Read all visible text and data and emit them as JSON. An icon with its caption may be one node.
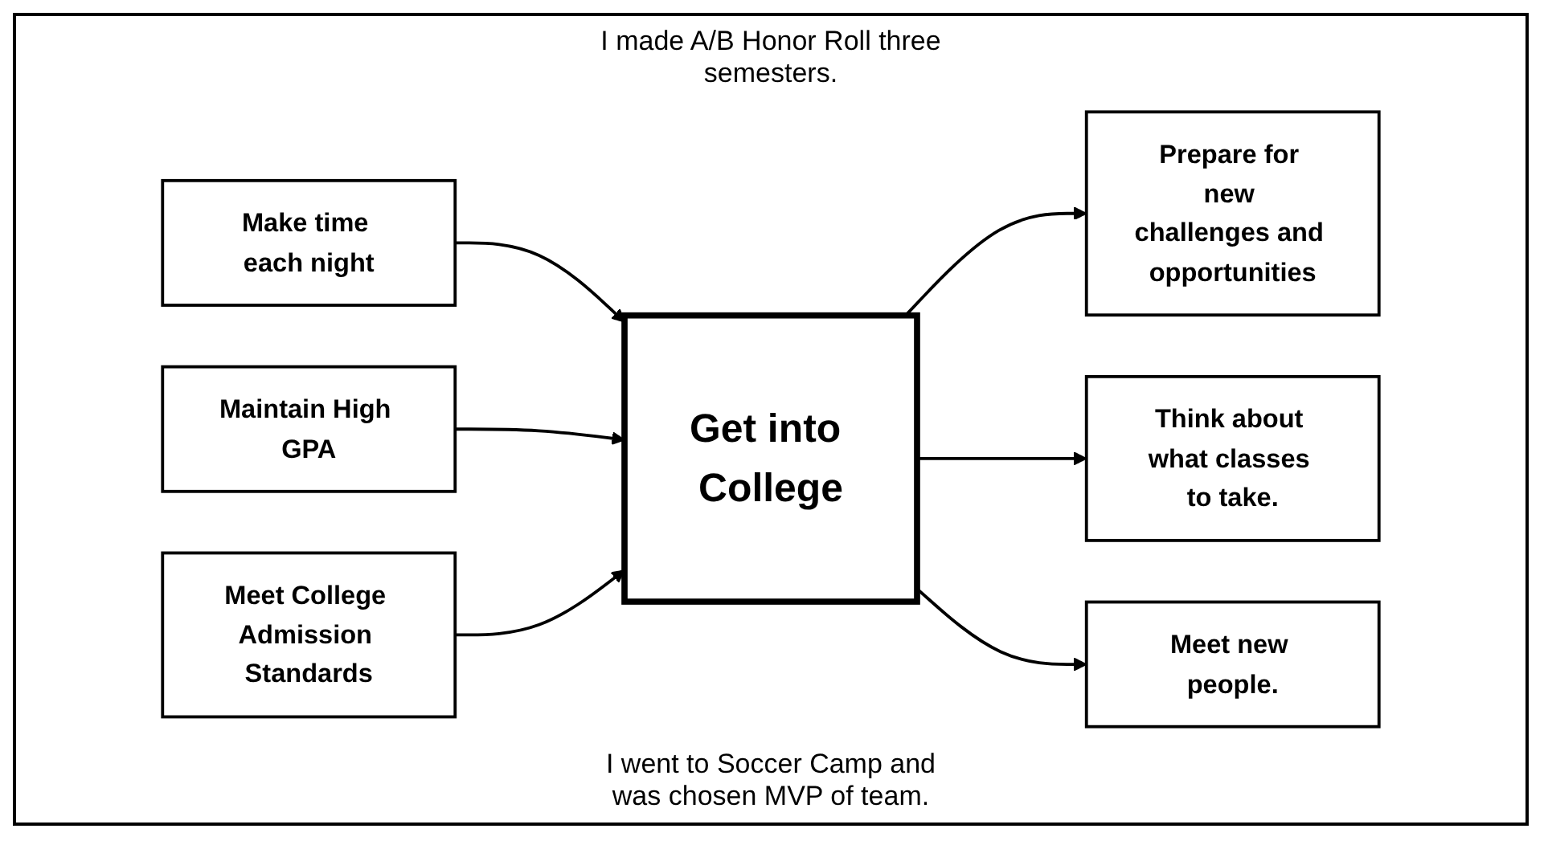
{
  "diagram": {
    "nodes": [
      {
        "text": [
          "Make time each night"
        ]
      },
      {
        "text": [
          "Maintain High GPA"
        ]
      },
      {
        "text": [
          "Meet College Admission Standards"
        ]
      },
      {
        "text": [
          "Get into College"
        ]
      },
      {
        "text": [
          "Prepare for new challenges and opportunities"
        ]
      },
      {
        "text": [
          "Think about what classes to take."
        ]
      },
      {
        "text": [
          "Meet new people."
        ]
      }
    ],
    "edges": [
      {
        "from": 0,
        "to": 3,
        "arrow": "to"
      },
      {
        "from": 1,
        "to": 3,
        "arrow": "to"
      },
      {
        "from": 2,
        "to": 3,
        "arrow": "to"
      },
      {
        "from": 3,
        "to": 4,
        "arrow": "to"
      },
      {
        "from": 3,
        "to": 5,
        "arrow": "to"
      },
      {
        "from": 3,
        "to": 6,
        "arrow": "to"
      }
    ],
    "labels": [
      "I made A/B Honor Roll three semesters.",
      "I went to Soccer Camp and was chosen MVP of team."
    ]
  }
}
